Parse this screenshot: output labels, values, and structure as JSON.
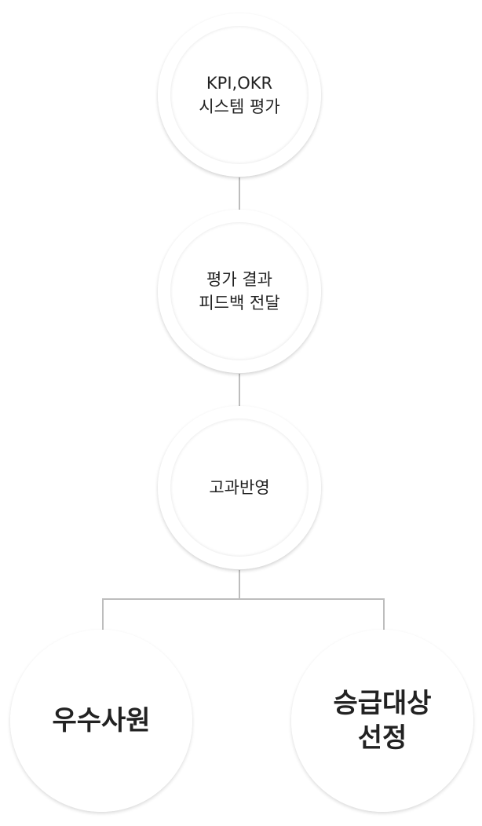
{
  "nodes": {
    "kpi": {
      "label": "KPI,OKR\n시스템 평가"
    },
    "feedback": {
      "label": "평가 결과\n피드백 전달"
    },
    "reflect": {
      "label": "고과반영"
    },
    "excellent": {
      "label": "우수사원"
    },
    "promotion": {
      "label": "승급대상\n선정"
    }
  },
  "colors": {
    "gray_ring": "#b9b9b9",
    "blue_ring": "#9cc4dc",
    "green_ring": "#9ccaa5",
    "connector": "#bdbdbd"
  }
}
